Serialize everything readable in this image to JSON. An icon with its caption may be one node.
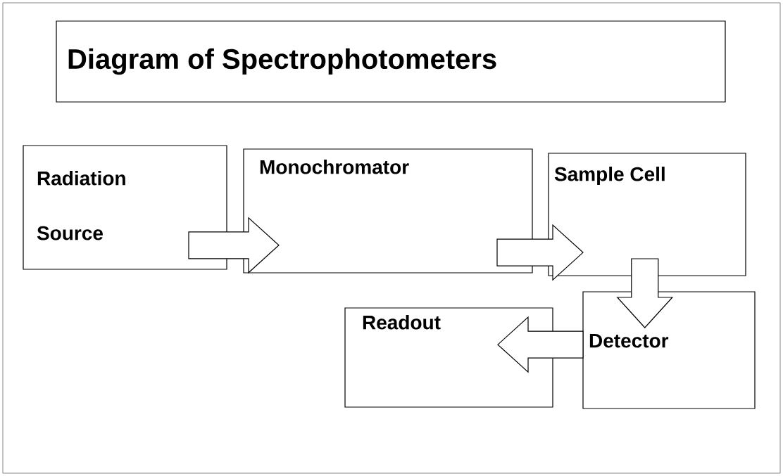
{
  "diagram": {
    "title": "Diagram of Spectrophotometers",
    "nodes": [
      {
        "text": [
          "Radiation Source"
        ]
      },
      {
        "text": [
          "Monochromator"
        ]
      },
      {
        "text": [
          "Sample Cell"
        ]
      },
      {
        "text": [
          "Detector"
        ]
      },
      {
        "text": [
          "Readout"
        ]
      }
    ],
    "edges": [
      {
        "from": 0,
        "to": 1,
        "arrow": "to"
      },
      {
        "from": 1,
        "to": 2,
        "arrow": "to"
      },
      {
        "from": 2,
        "to": 3,
        "arrow": "to"
      },
      {
        "from": 3,
        "to": 4,
        "arrow": "to"
      }
    ]
  }
}
